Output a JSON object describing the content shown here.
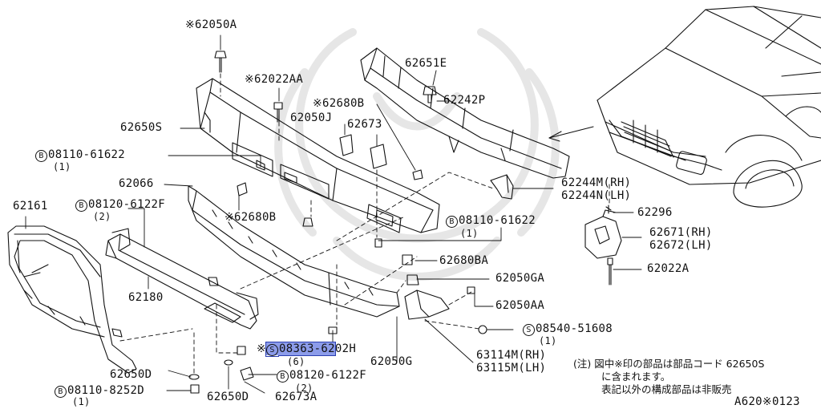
{
  "diagram": {
    "parts": {
      "p62050A": {
        "star": "※",
        "text": "62050A"
      },
      "p62022AA": {
        "star": "※",
        "text": "62022AA"
      },
      "p62651E": {
        "text": "62651E"
      },
      "p62242P": {
        "text": "62242P"
      },
      "p62680B_top": {
        "star": "※",
        "text": "62680B"
      },
      "p62050J": {
        "text": "62050J"
      },
      "p62673": {
        "text": "62673"
      },
      "p62650S": {
        "text": "62650S"
      },
      "p08110_61622_a": {
        "circle": "B",
        "text": "08110-61622",
        "qty": "(1)"
      },
      "p62066": {
        "text": "62066"
      },
      "p62244M": {
        "text": "62244M(RH)"
      },
      "p62244N": {
        "text": "62244N(LH)"
      },
      "p62161": {
        "text": "62161"
      },
      "p08120_6122F_a": {
        "circle": "B",
        "text": "08120-6122F",
        "qty": "(2)"
      },
      "p62680B_mid": {
        "star": "※",
        "text": "62680B"
      },
      "p62296": {
        "text": "62296"
      },
      "p08110_61622_b": {
        "circle": "B",
        "text": "08110-61622",
        "qty": "(1)"
      },
      "p62671": {
        "text": "62671(RH)"
      },
      "p62672": {
        "text": "62672(LH)"
      },
      "p62680BA": {
        "text": "62680BA"
      },
      "p62022A": {
        "text": "62022A"
      },
      "p62180": {
        "text": "62180"
      },
      "p62050GA": {
        "text": "62050GA"
      },
      "p62050AA": {
        "text": "62050AA"
      },
      "p08540_51608": {
        "circle": "S",
        "text": "08540-51608",
        "qty": "(1)"
      },
      "p08363_6202H": {
        "star": "※",
        "circle": "S",
        "text_a": "08363-62",
        "text_b": "02H",
        "qty": "(6)"
      },
      "p62050G": {
        "text": "62050G"
      },
      "p63114M": {
        "text": "63114M(RH)"
      },
      "p63115M": {
        "text": "63115M(LH)"
      },
      "p62650D_a": {
        "text": "62650D"
      },
      "p08120_6122F_b": {
        "circle": "B",
        "text": "08120-6122F",
        "qty": "(2)"
      },
      "p08110_8252D": {
        "circle": "B",
        "text": "08110-8252D",
        "qty": "(1)"
      },
      "p62650D_b": {
        "text": "62650D"
      },
      "p62673A": {
        "text": "62673A"
      }
    },
    "note": {
      "line1": "(注) 図中※印の部品は部品コード 62650S",
      "line2": "に含まれます。",
      "line3": "表記以外の構成部品は非販売"
    },
    "figure_code": "A620※0123"
  },
  "colors": {
    "ink": "#111111",
    "highlight": "#8c9cea",
    "background": "#ffffff"
  }
}
